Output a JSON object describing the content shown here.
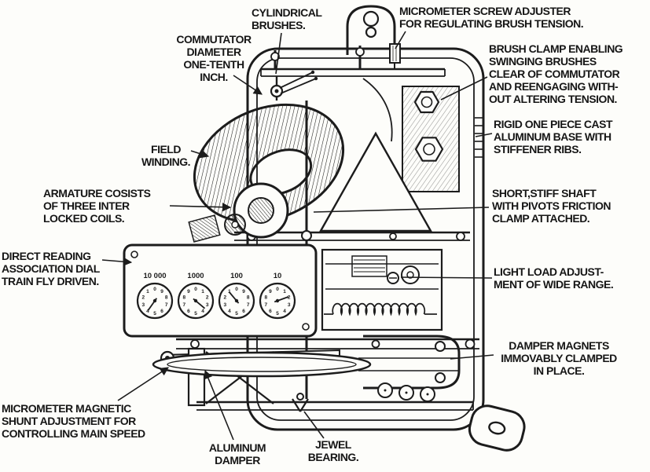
{
  "figure": {
    "subject": "annotated cutaway diagram of a watt-hour meter mechanism"
  },
  "labels": {
    "cylindrical_brushes": "CYLINDRICAL\nBRUSHES.",
    "micrometer_screw": "MICROMETER SCREW ADJUSTER\nFOR REGULATING BRUSH TENSION.",
    "commutator_diameter": "COMMUTATOR\nDIAMETER\nONE-TENTH\nINCH.",
    "brush_clamp": "BRUSH CLAMP ENABLING\nSWINGING BRUSHES\nCLEAR OF COMMUTATOR\nAND REENGAGING WITH-\nOUT ALTERING TENSION.",
    "rigid_base": "RIGID ONE PIECE CAST\nALUMINUM BASE WITH\nSTIFFENER RIBS.",
    "field_winding": "FIELD\nWINDING.",
    "armature": "ARMATURE COSISTS\nOF THREE INTER\nLOCKED COILS.",
    "stiff_shaft": "SHORT,STIFF SHAFT\nWITH PIVOTS FRICTION\nCLAMP ATTACHED.",
    "dial_train": "DIRECT READING\nASSOCIATION DIAL\nTRAIN FLY DRIVEN.",
    "light_load": "LIGHT LOAD ADJUST-\nMENT OF WIDE RANGE.",
    "damper_magnets": "DAMPER MAGNETS\nIMMOVABLY CLAMPED\nIN PLACE.",
    "magnetic_shunt": "MICROMETER MAGNETIC\nSHUNT ADJUSTMENT FOR\nCONTROLLING MAIN SPEED",
    "aluminum_damper": "ALUMINUM\nDAMPER",
    "jewel_bearing": "JEWEL\nBEARING."
  },
  "meter": {
    "digits": "0123456789",
    "plate_registers": [
      {
        "label": "10 000",
        "direction": "ccw",
        "pointer_deg": 215
      },
      {
        "label": "1000",
        "direction": "cw",
        "pointer_deg": 130
      },
      {
        "label": "100",
        "direction": "ccw",
        "pointer_deg": 320
      },
      {
        "label": "10",
        "direction": "cw",
        "pointer_deg": 70
      }
    ]
  },
  "colors": {
    "ink": "#1c1c1c",
    "paper": "#fdfdfa"
  }
}
